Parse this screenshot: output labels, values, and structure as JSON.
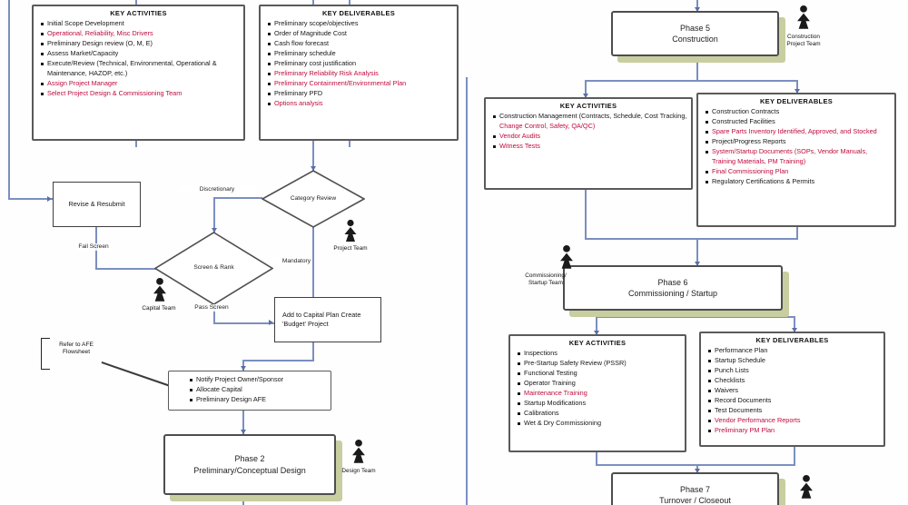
{
  "palette": {
    "flow_line_blue": "#7b8fc0",
    "box_border_gray": "#4d4d4d",
    "phase_shadow_green": "#c8ce9f",
    "highlight_red": "#bf0a3e",
    "text_black": "#1b1b1b"
  },
  "p1": {
    "activities": {
      "title": "KEY ACTIVITIES",
      "items": [
        "Initial Scope Development",
        "Operational, Reliability, Misc Drivers",
        "Preliminary Design review (O, M, E)",
        "Assess Market/Capacity",
        "Execute/Review (Technical, Environmental, Operational & Maintenance, HAZOP, etc.)",
        "Assign Project Manager",
        "Select Project Design & Commissioning Team"
      ]
    },
    "deliverables": {
      "title": "KEY DELIVERABLES",
      "items": [
        "Preliminary scope/objectives",
        "Order of Magnitude Cost",
        "Cash flow forecast",
        "Preliminary schedule",
        "Preliminary cost justification",
        "Preliminary Reliability Risk Analysis",
        "Preliminary Containment/Environmental Plan",
        "Preliminary PFD",
        "Options analysis"
      ]
    }
  },
  "flow": {
    "revise_box": "Revise & Resubmit",
    "screen_diamond": "Screen & Rank",
    "category_diamond": "Category Review",
    "add_capital_box": "Add to Capital Plan Create 'Budget' Project",
    "notify_items": [
      "Notify Project Owner/Sponsor",
      "Allocate Capital",
      "Preliminary Design AFE"
    ]
  },
  "labels": {
    "discretionary": "Discretionary",
    "mandatory": "Mandatory",
    "fail_screen": "Fail Screen",
    "pass_screen": "Pass Screen",
    "afe_note": "Refer to AFE Flowsheet"
  },
  "phases": {
    "p2": {
      "line1": "Phase 2",
      "line2": "Preliminary/Conceptual Design"
    },
    "p5": {
      "line1": "Phase 5",
      "line2": "Construction"
    },
    "p6": {
      "line1": "Phase 6",
      "line2": "Commissioning / Startup"
    },
    "p7": {
      "line1": "Phase 7",
      "line2": "Turnover / Closeout"
    }
  },
  "p5": {
    "activities": {
      "title": "KEY ACTIVITIES",
      "item1_black": "Construction Management (Contracts, Schedule, Cost Tracking,",
      "item1_red": " Change Control, Safety, QA/QC)",
      "items": [
        "Vendor Audits",
        "Witness Tests"
      ]
    },
    "deliverables": {
      "title": "KEY DELIVERABLES",
      "items": [
        "Construction Contracts",
        "Constructed Facilities",
        "Spare Parts Inventory Identified, Approved, and Stocked",
        "Project/Progress Reports",
        "System/Startup Documents (SOPs, Vendor Manuals, Training Materials, PM Training)",
        "Final Commissioning Plan",
        "Regulatory Certifications & Permits"
      ]
    }
  },
  "p6": {
    "activities": {
      "title": "KEY ACTIVITIES",
      "items": [
        "Inspections",
        "Pre-Startup Safety Review (PSSR)",
        "Functional Testing",
        "Operator Training",
        "Maintenance Training",
        "Startup Modifications",
        "Calibrations",
        "Wet & Dry Commissioning"
      ]
    },
    "deliverables": {
      "title": "KEY DELIVERABLES",
      "items": [
        "Performance Plan",
        "Startup Schedule",
        "Punch Lists",
        "Checklists",
        "Waivers",
        "Record Documents",
        "Test Documents",
        "Vendor Performance Reports",
        "Preliminary PM Plan"
      ]
    }
  },
  "teams": {
    "capital": "Capital Team",
    "project": "Project Team",
    "construction": "Construction Project Team",
    "commissioning": "Commissioning/ Startup Team",
    "design": "Design Team"
  }
}
